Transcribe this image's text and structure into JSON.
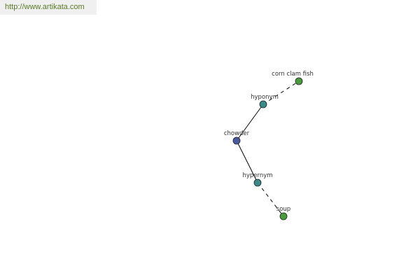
{
  "source": {
    "url": "http://www.artikata.com"
  },
  "graph": {
    "nodes": {
      "chowder": {
        "label": "chowder",
        "color": "#4a5aa0"
      },
      "hyponym": {
        "label": "hyponym",
        "color": "#3a8a88"
      },
      "corn_clam_fish": {
        "label": "corn clam fish",
        "color": "#4a9a40"
      },
      "hypernym": {
        "label": "hypernym",
        "color": "#3a8a88"
      },
      "soup": {
        "label": "soup",
        "color": "#4a9a40"
      }
    },
    "edges": [
      {
        "from": "chowder",
        "to": "hyponym",
        "style": "solid"
      },
      {
        "from": "hyponym",
        "to": "corn_clam_fish",
        "style": "dashed"
      },
      {
        "from": "chowder",
        "to": "hypernym",
        "style": "solid"
      },
      {
        "from": "hypernym",
        "to": "soup",
        "style": "dashed"
      }
    ]
  }
}
